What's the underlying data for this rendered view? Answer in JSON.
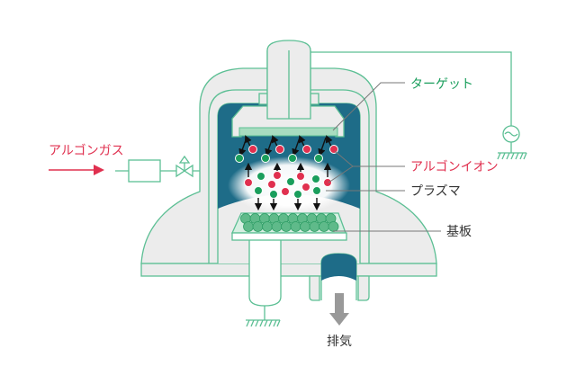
{
  "labels": {
    "argon_gas": "アルゴンガス",
    "target": "ターゲット",
    "argon_ion": "アルゴンイオン",
    "plasma": "プラズマ",
    "substrate": "基板",
    "exhaust": "排気"
  },
  "colors": {
    "line": "#5cbf94",
    "body": "#ececec",
    "chamber": "#1e6c88",
    "argon_red": "#e0304f",
    "atom_green": "#1a9e5c",
    "target_plate": "#a8dcc0",
    "substrate_sphere": "#5fba8a",
    "exhaust_arrow": "#999999",
    "label_dark": "#333333"
  }
}
